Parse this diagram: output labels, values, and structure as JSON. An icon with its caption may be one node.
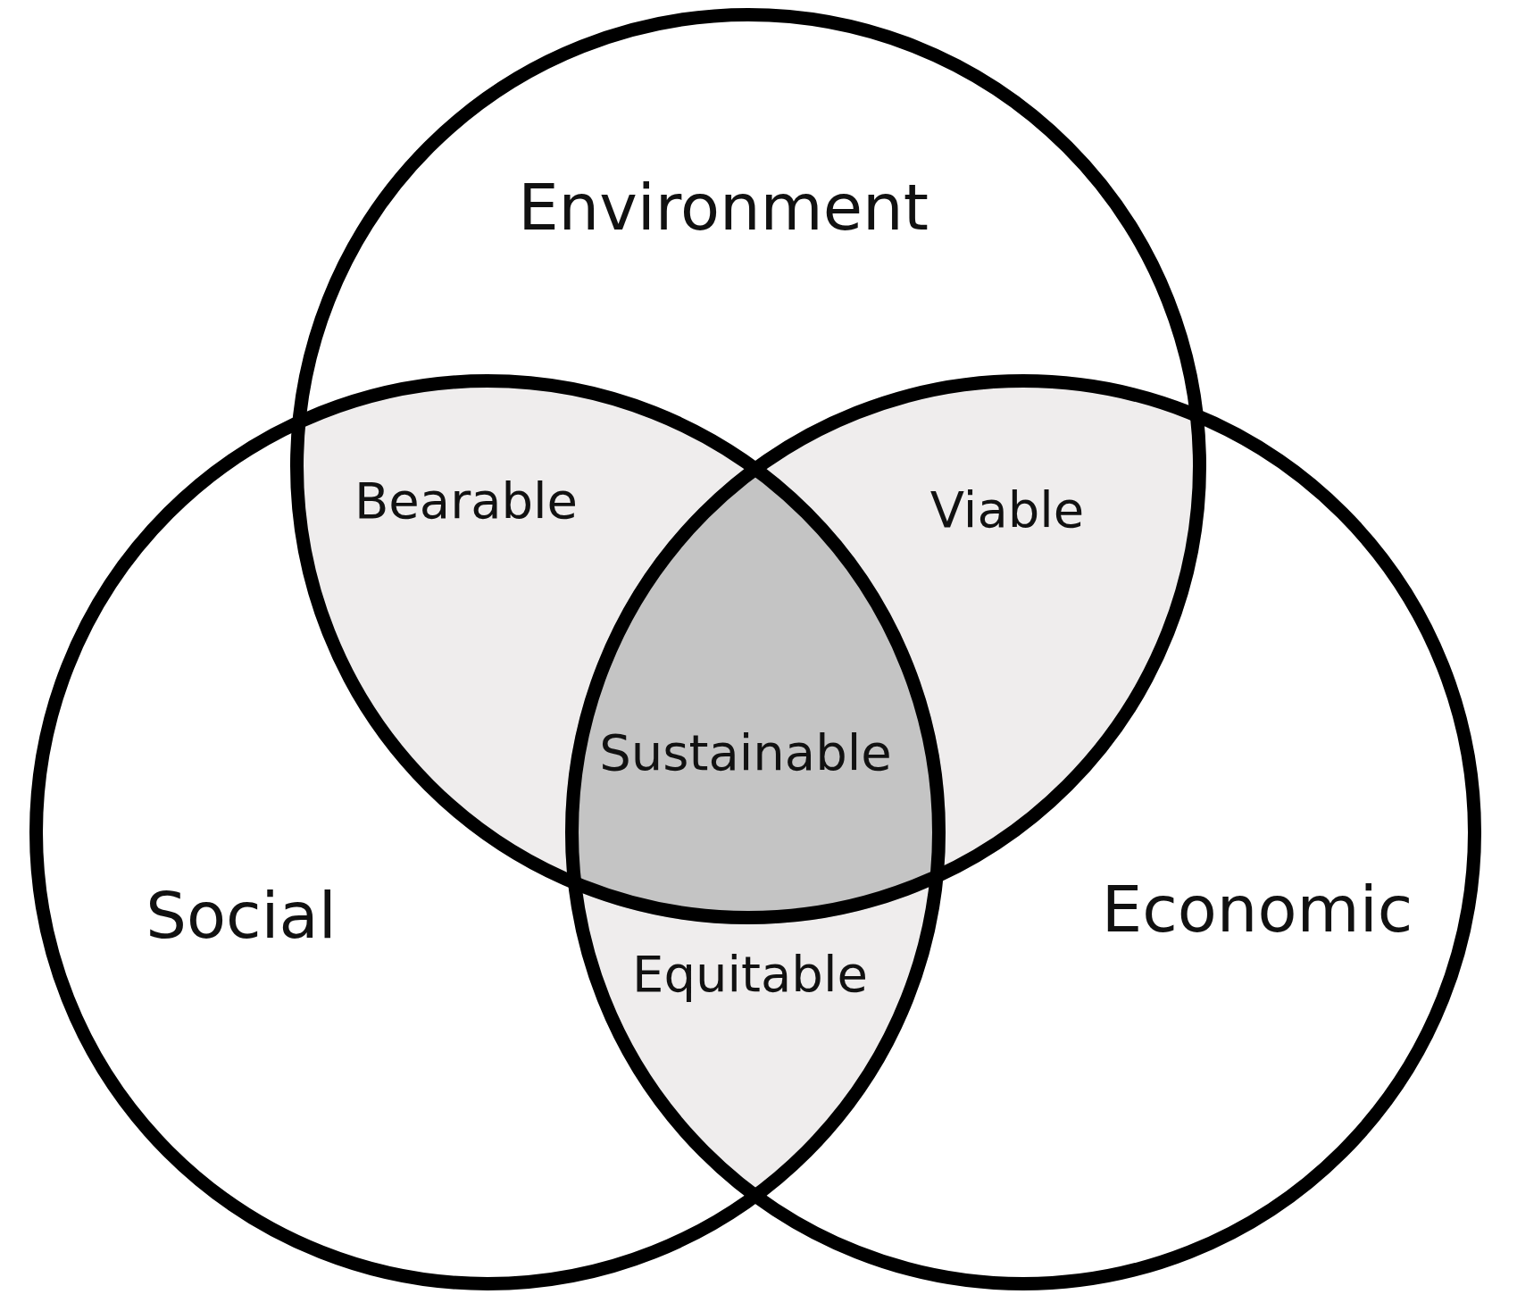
{
  "diagram": {
    "nodes": [
      {
        "text": [
          "Environment"
        ]
      },
      {
        "text": [
          "Social"
        ]
      },
      {
        "text": [
          "Economic"
        ]
      },
      {
        "text": [
          "Bearable"
        ]
      },
      {
        "text": [
          "Viable"
        ]
      },
      {
        "text": [
          "Sustainable"
        ]
      },
      {
        "text": [
          "Equitable"
        ]
      }
    ]
  }
}
